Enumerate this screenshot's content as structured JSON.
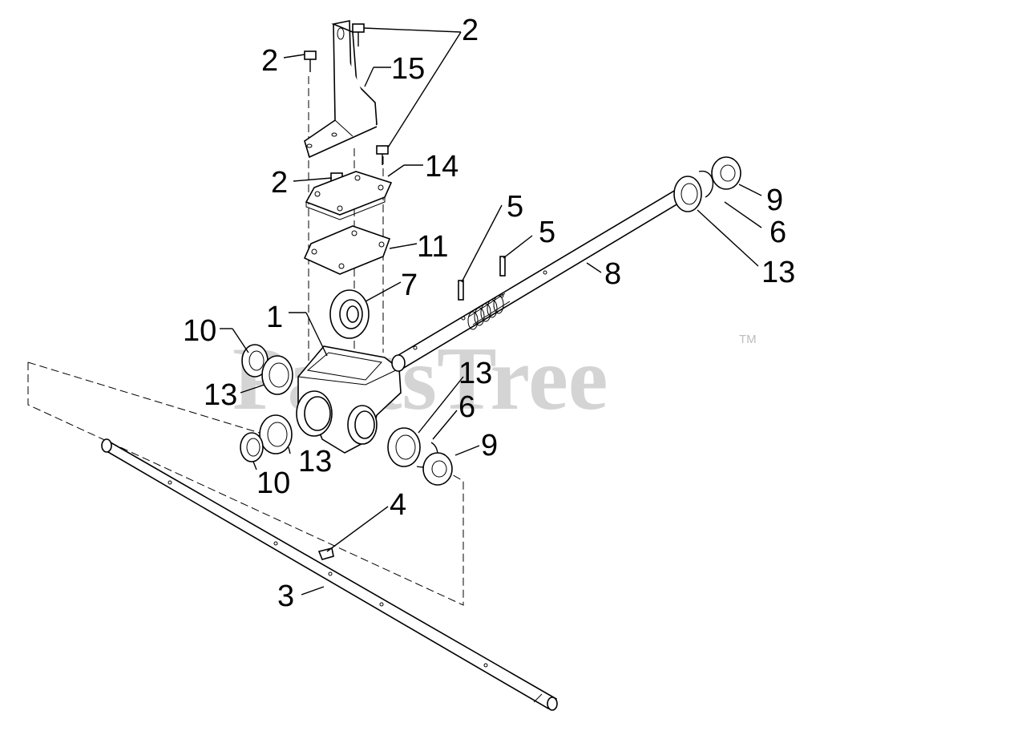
{
  "watermark": {
    "text": "PartsTree",
    "trademark": "TM"
  },
  "callouts": [
    {
      "id": "c2a",
      "label": "2"
    },
    {
      "id": "c2b",
      "label": "2"
    },
    {
      "id": "c2c",
      "label": "2"
    },
    {
      "id": "c15",
      "label": "15"
    },
    {
      "id": "c14",
      "label": "14"
    },
    {
      "id": "c11",
      "label": "11"
    },
    {
      "id": "c7",
      "label": "7"
    },
    {
      "id": "c1",
      "label": "1"
    },
    {
      "id": "c10a",
      "label": "10"
    },
    {
      "id": "c13a",
      "label": "13"
    },
    {
      "id": "c13b",
      "label": "13"
    },
    {
      "id": "c10b",
      "label": "10"
    },
    {
      "id": "c13c",
      "label": "13"
    },
    {
      "id": "c6a",
      "label": "6"
    },
    {
      "id": "c9a",
      "label": "9"
    },
    {
      "id": "c4",
      "label": "4"
    },
    {
      "id": "c3",
      "label": "3"
    },
    {
      "id": "c5a",
      "label": "5"
    },
    {
      "id": "c5b",
      "label": "5"
    },
    {
      "id": "c8",
      "label": "8"
    },
    {
      "id": "c9b",
      "label": "9"
    },
    {
      "id": "c6b",
      "label": "6"
    },
    {
      "id": "c13d",
      "label": "13"
    }
  ],
  "colors": {
    "line": "#000000",
    "watermark": "#d4d4d4",
    "background": "#ffffff"
  }
}
